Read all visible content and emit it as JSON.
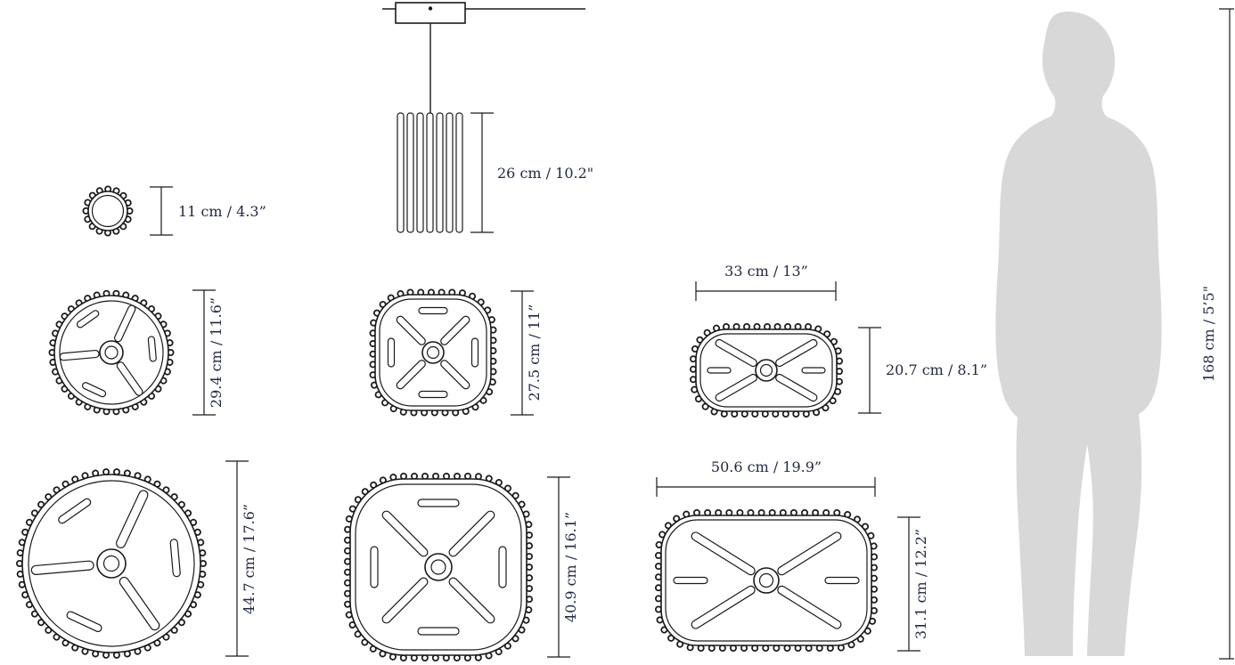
{
  "page": {
    "title": "Pendant lamp dimension diagram"
  },
  "colors": {
    "line": "#1a1a1a",
    "text": "#222944",
    "silhouette": "#d8d8d8",
    "background": "#ffffff"
  },
  "pendant": {
    "height": "26 cm / 10.2\""
  },
  "shade_small": {
    "height": "11 cm / 4.3”"
  },
  "shade_round_medium": {
    "height": "29.4 cm / 11.6”"
  },
  "shade_square_medium": {
    "height": "27.5 cm / 11”"
  },
  "shade_oval_medium": {
    "width": "33 cm / 13”",
    "height": "20.7 cm / 8.1”"
  },
  "shade_round_large": {
    "height": "44.7 cm / 17.6”"
  },
  "shade_square_large": {
    "height": "40.9 cm / 16.1”"
  },
  "shade_oval_large": {
    "width": "50.6 cm / 19.9”",
    "height": "31.1 cm / 12.2”"
  },
  "person": {
    "height": "168 cm / 5’5\""
  }
}
